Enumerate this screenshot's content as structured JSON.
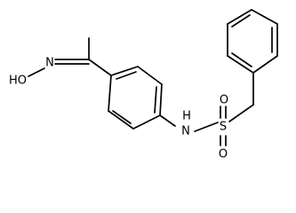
{
  "structure": {
    "atoms": {
      "hydroxyl": "HO",
      "oxime_nitrogen": "N",
      "amide_hydrogen": "H",
      "amide_nitrogen": "N",
      "sulfur": "S",
      "oxygen_top": "O",
      "oxygen_bottom": "O"
    }
  }
}
